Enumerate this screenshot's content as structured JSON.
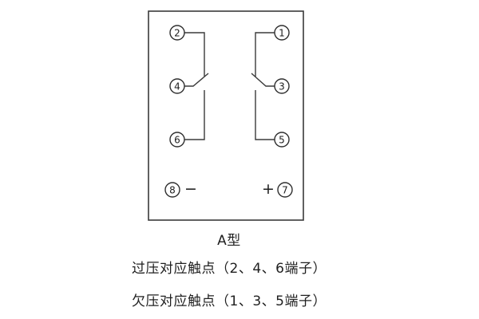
{
  "diagram": {
    "type_label": "A型",
    "captions": {
      "overvoltage": "过压对应触点（2、4、6端子）",
      "undervoltage": "欠压对应触点（1、3、5端子）"
    },
    "terminals": {
      "t1": "1",
      "t2": "2",
      "t3": "3",
      "t4": "4",
      "t5": "5",
      "t6": "6",
      "t7": "7",
      "t8": "8"
    },
    "polarity": {
      "minus": "−",
      "plus": "+"
    }
  }
}
